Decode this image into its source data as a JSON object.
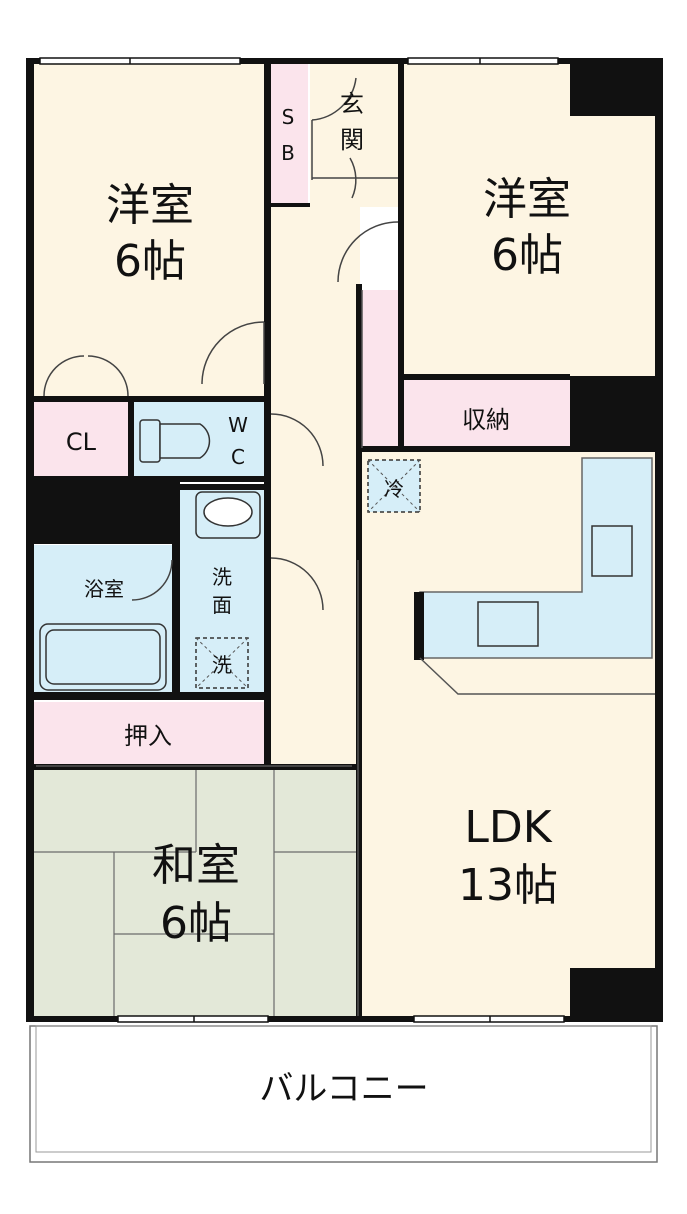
{
  "rooms": {
    "western_left": {
      "name": "洋室",
      "size": "6帖"
    },
    "western_right": {
      "name": "洋室",
      "size": "6帖"
    },
    "japanese": {
      "name": "和室",
      "size": "6帖"
    },
    "ldk": {
      "name": "LDK",
      "size": "13帖"
    },
    "closet": "CL",
    "shoe_box": {
      "line1": "S",
      "line2": "B"
    },
    "entrance": {
      "line1": "玄",
      "line2": "関"
    },
    "storage": "収納",
    "toilet": {
      "line1": "W",
      "line2": "C"
    },
    "bathroom": "浴室",
    "washroom": {
      "line1": "洗",
      "line2": "面"
    },
    "washer": "洗",
    "fridge": "冷",
    "oshiire": "押入",
    "balcony": "バルコニー"
  },
  "colors": {
    "wall": "#111111",
    "floor_wood": "#fdf5e3",
    "storage_pink": "#fbe4ec",
    "wet_blue": "#d6eef8",
    "tatami": "#e3e8d8",
    "balcony": "#ffffff"
  }
}
